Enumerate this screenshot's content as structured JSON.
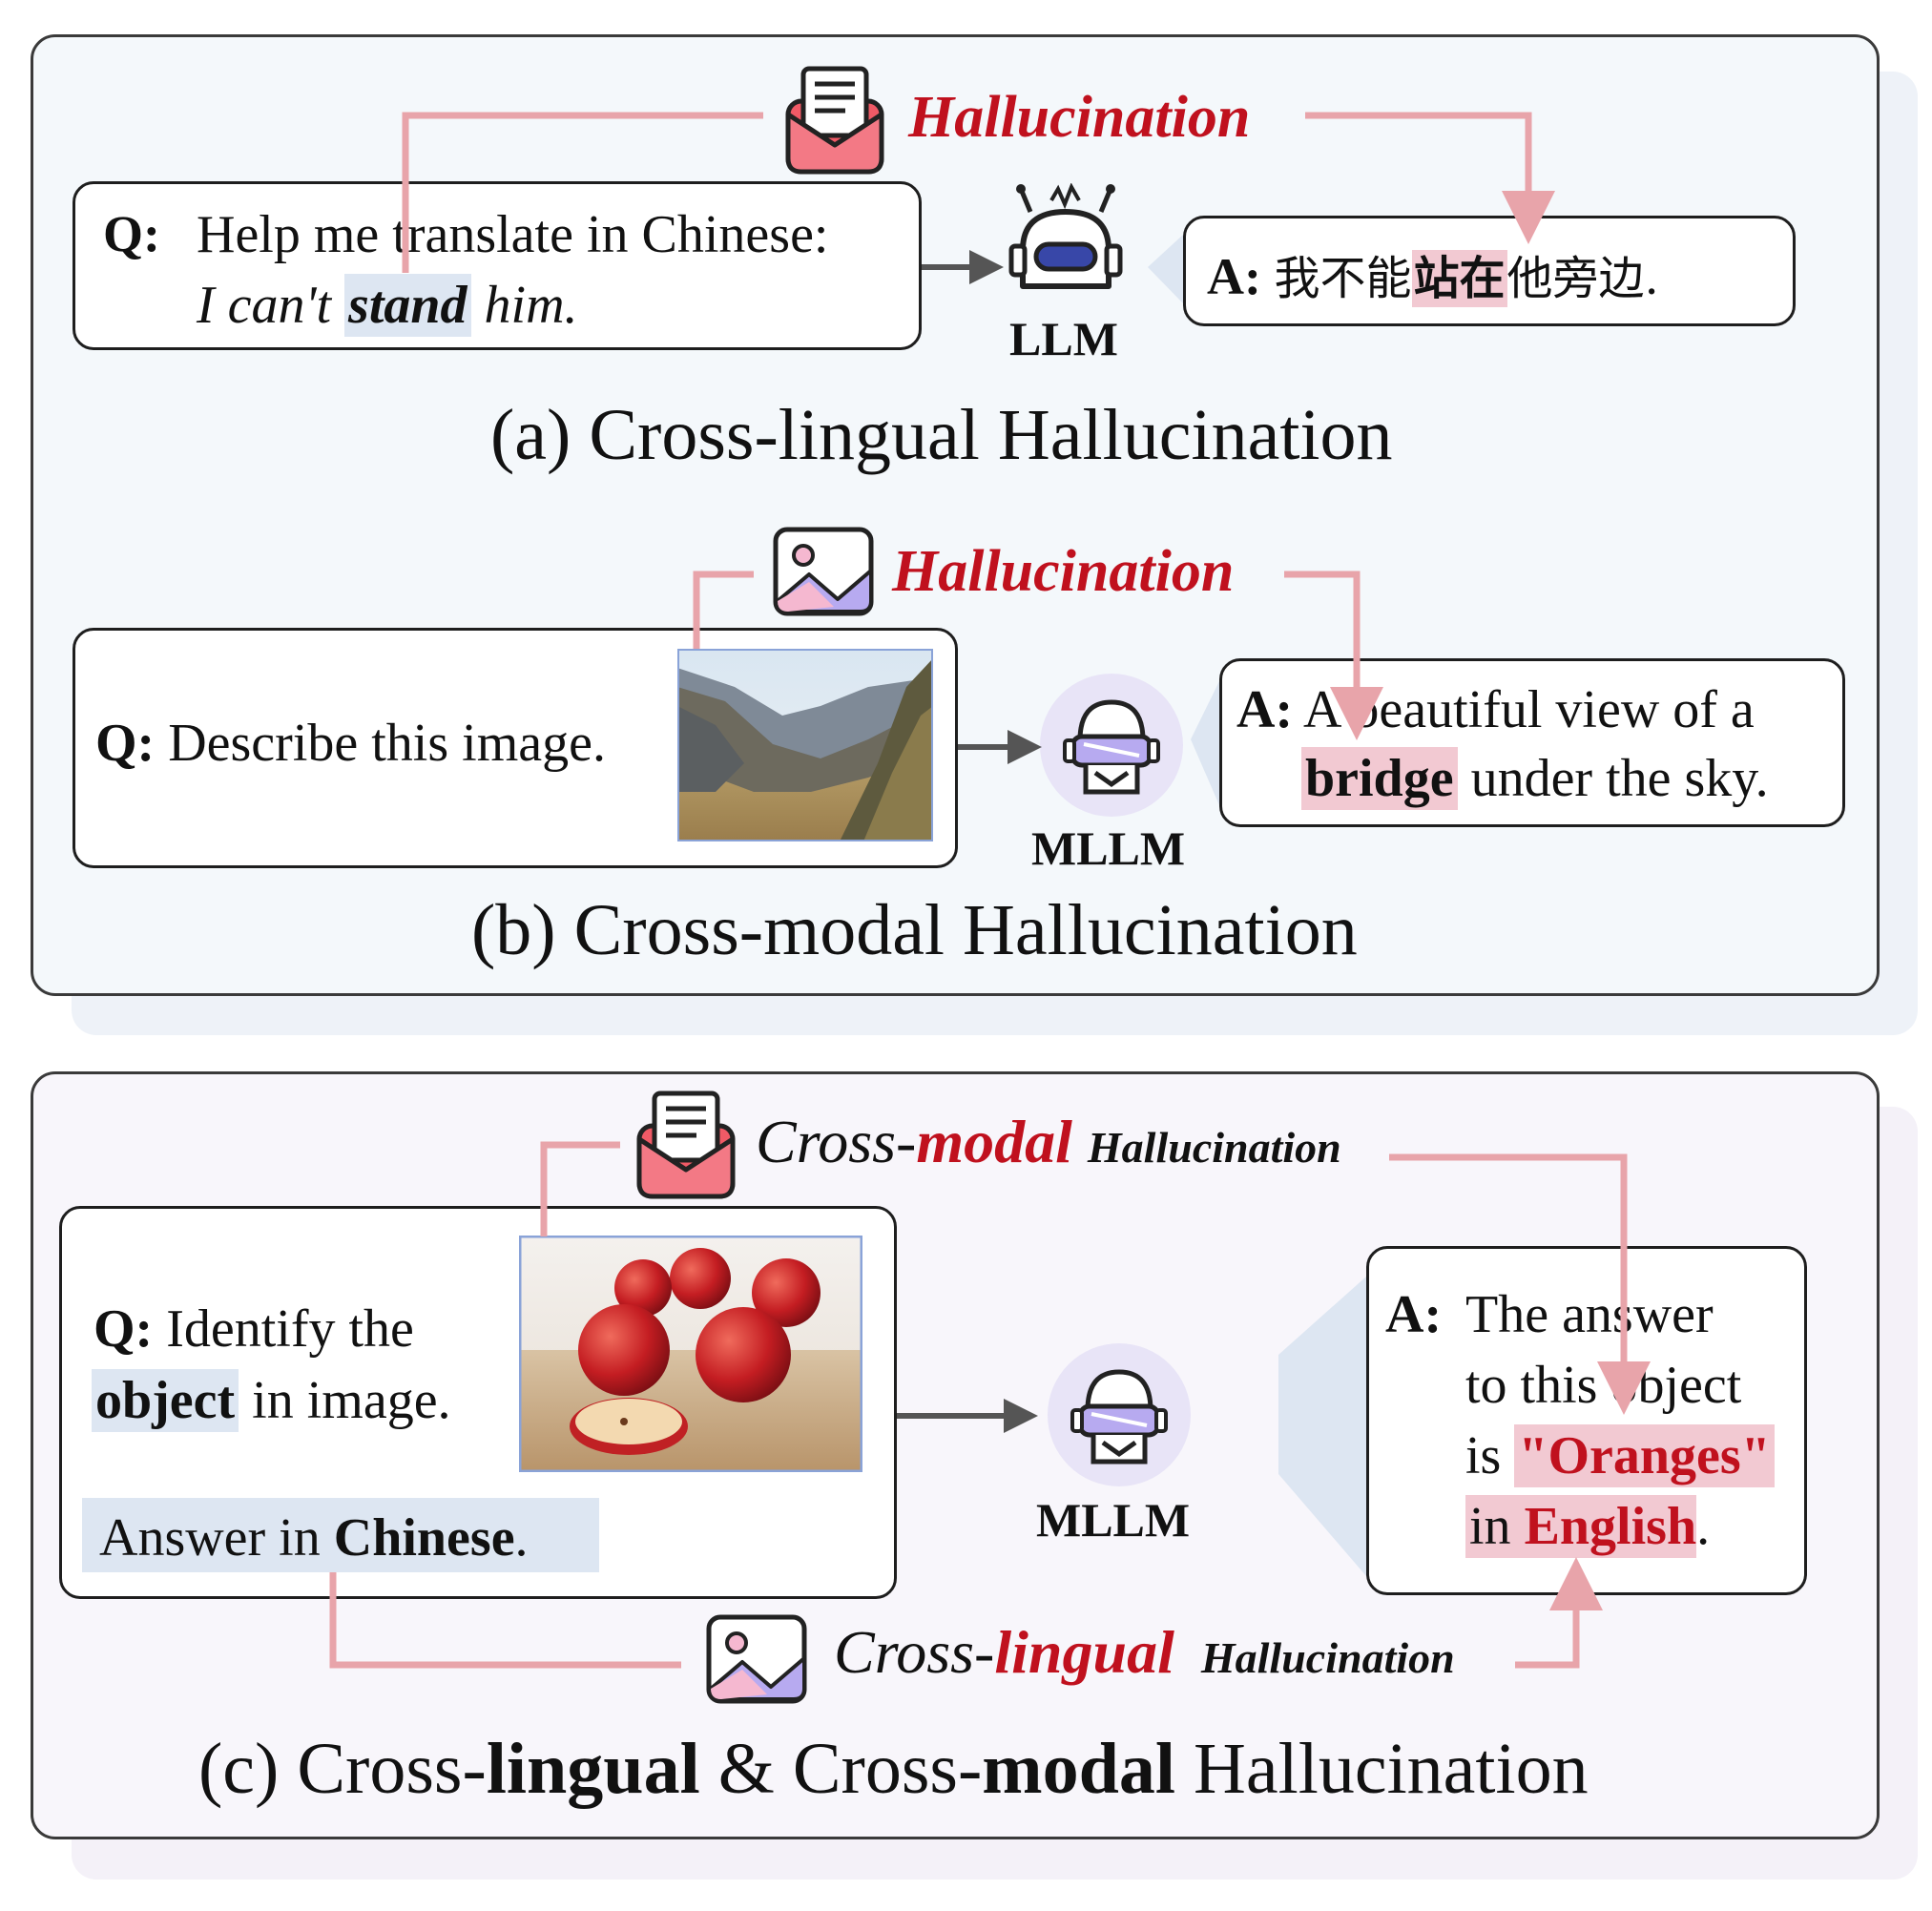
{
  "panel_a": {
    "hallucination_label": "Hallucination",
    "question": {
      "label": "Q:",
      "line1": "Help me translate in Chinese:",
      "line2_pre": "I can't ",
      "line2_key": "stand",
      "line2_post": " him."
    },
    "model": "LLM",
    "answer": {
      "label": "A:",
      "pre": "我不能",
      "key": "站在",
      "post": "他旁边."
    },
    "caption": "(a) Cross-lingual Hallucination"
  },
  "panel_b": {
    "hallucination_label": "Hallucination",
    "question": {
      "label": "Q:",
      "text": "Describe this image."
    },
    "image_icon": "mountain-valley-photo",
    "model": "MLLM",
    "answer": {
      "label": "A:",
      "line1": "A beautiful view of a",
      "key": "bridge",
      "line2_post": " under the sky."
    },
    "caption": "(b) Cross-modal Hallucination"
  },
  "panel_c": {
    "top_label": {
      "cross": "Cross-",
      "kind": "modal",
      "hallu": "Hallucination"
    },
    "bottom_label": {
      "cross": "Cross-",
      "kind": "lingual",
      "hallu": "Hallucination"
    },
    "question": {
      "label": "Q:",
      "line1": "Identify the",
      "key": "object",
      "line2_post": " in image.",
      "instr_pre": "Answer in ",
      "instr_key": "Chinese",
      "instr_post": "."
    },
    "image_icon": "apples-photo",
    "model": "MLLM",
    "answer": {
      "label": "A:",
      "line1": "The answer",
      "line2": "to this object",
      "line3_pre": "is ",
      "line3_key": "\"Oranges\"",
      "line4_pre": "in ",
      "line4_key": "English",
      "line4_post": "."
    },
    "caption": {
      "pre": "(c) Cross-",
      "w1": "lingual",
      "mid": " & Cross-",
      "w2": "modal",
      "post": " Hallucination"
    }
  },
  "colors": {
    "connector": "#e8a4aa",
    "hallucination_red": "#c0111e",
    "highlight_pink": "#f2c9d2",
    "highlight_blue": "#dde6f2",
    "arrow_gray": "#555555"
  },
  "icons": [
    "envelope-icon",
    "image-icon",
    "robot-icon",
    "vr-robot-icon"
  ]
}
